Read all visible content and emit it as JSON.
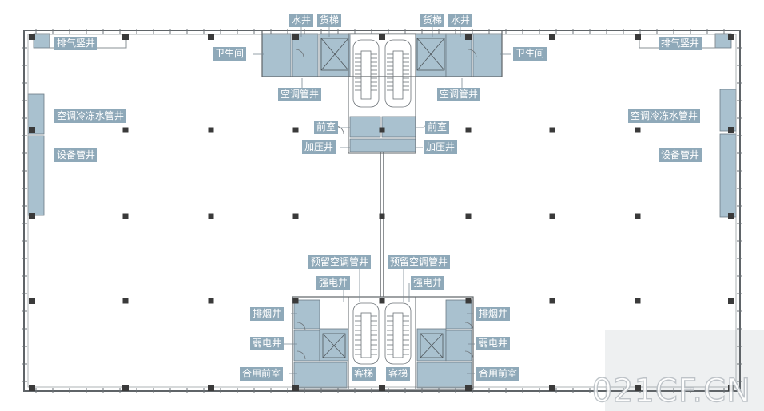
{
  "labels": {
    "water_shaft_l": "水井",
    "freight_elev_l": "货梯",
    "freight_elev_r": "货梯",
    "water_shaft_r": "水井",
    "exhaust_shaft_l": "排气竖井",
    "exhaust_shaft_r": "排气竖井",
    "toilet_l": "卫生间",
    "toilet_r": "卫生间",
    "ac_pipe_l": "空调管井",
    "ac_pipe_r": "空调管井",
    "chilled_water_l": "空调冷冻水管井",
    "chilled_water_r": "空调冷冻水管井",
    "equip_shaft_l": "设备管井",
    "equip_shaft_r": "设备管井",
    "lobby_l": "前室",
    "lobby_r": "前室",
    "pressure_l": "加压井",
    "pressure_r": "加压井",
    "reserved_ac_l": "预留空调管井",
    "reserved_ac_r": "预留空调管井",
    "strong_elec_l": "强电井",
    "strong_elec_r": "强电井",
    "smoke_l": "排烟井",
    "smoke_r": "排烟井",
    "weak_elec_l": "弱电井",
    "weak_elec_r": "弱电井",
    "shared_lobby_l": "合用前室",
    "shared_lobby_r": "合用前室",
    "passenger_l": "客梯",
    "passenger_r": "客梯"
  },
  "watermark": "021CF.CN",
  "colors": {
    "room_fill": "#a9c1cf",
    "tag_fill": "#8fa9b9",
    "wall": "#5f6468",
    "column": "#3a3a3a"
  }
}
